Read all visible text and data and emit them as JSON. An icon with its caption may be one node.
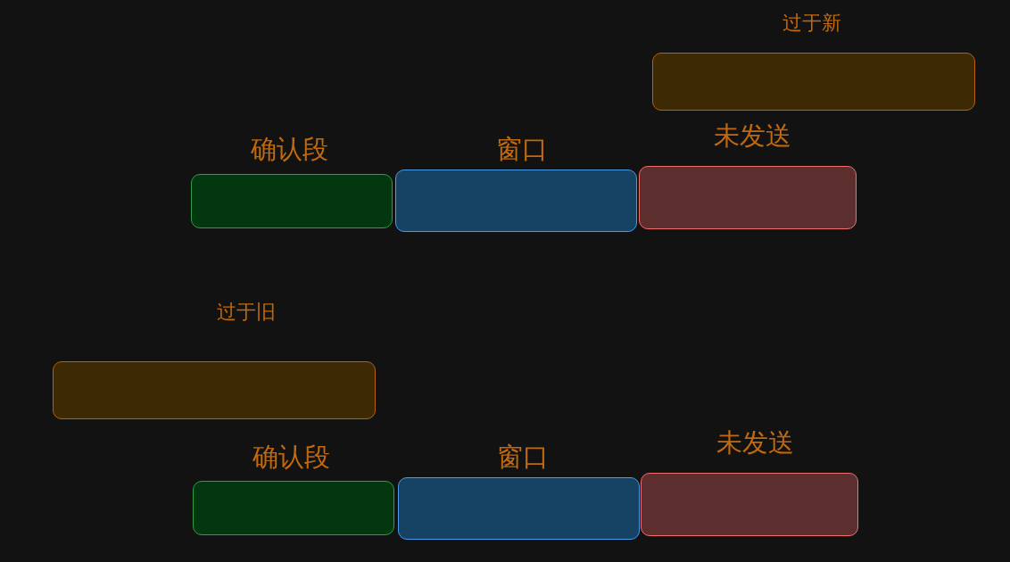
{
  "diagram": {
    "nodes": [
      {
        "text": [
          "过于新"
        ]
      },
      {
        "text": [
          "确认段"
        ]
      },
      {
        "text": [
          "窗口"
        ]
      },
      {
        "text": [
          "未发送"
        ]
      },
      {
        "text": [
          "过于旧"
        ]
      },
      {
        "text": [
          "确认段"
        ]
      },
      {
        "text": [
          "窗口"
        ]
      },
      {
        "text": [
          "未发送"
        ]
      }
    ]
  }
}
